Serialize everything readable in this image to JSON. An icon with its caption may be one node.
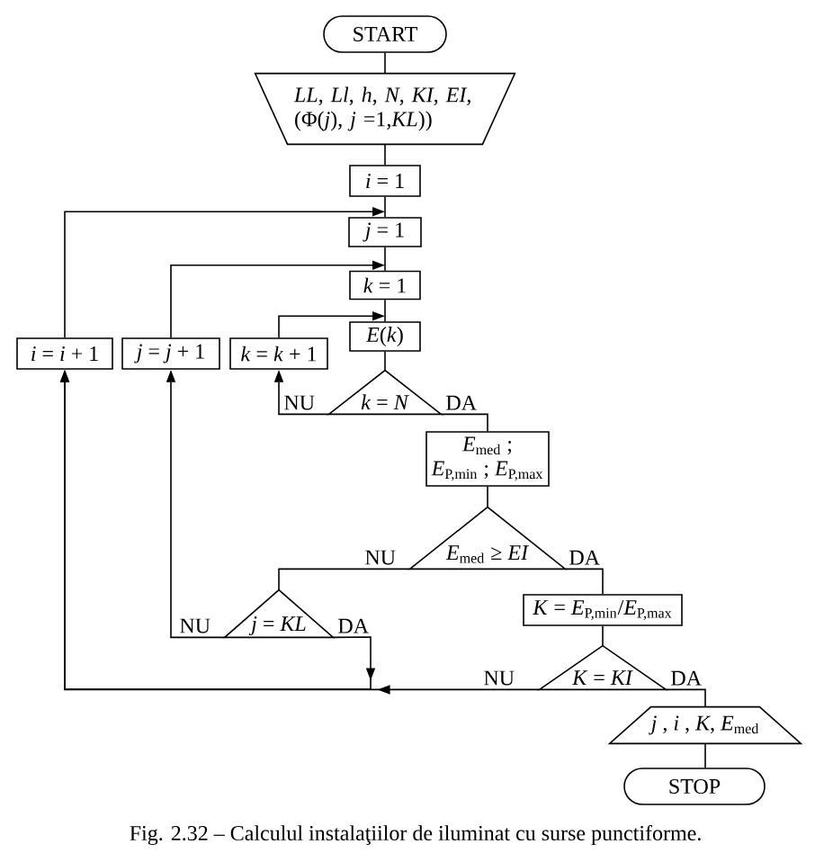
{
  "diagram": {
    "caption": "Fig. 2.32 – Calculul instalaţiilor de iluminat cu surse punctiforme.",
    "nodes": [
      {
        "text": [
          "START"
        ]
      },
      {
        "text": [
          "*LL*, *Ll*, *h*, *N*, *KI*, *EI*, (Φ(*j*), *j* =1,*KL*))"
        ]
      },
      {
        "text": [
          "*i* = 1"
        ]
      },
      {
        "text": [
          "*j* = 1"
        ]
      },
      {
        "text": [
          "*k* = 1"
        ]
      },
      {
        "text": [
          "*E*(*k*)"
        ]
      },
      {
        "text": [
          "*i* = *i* + 1"
        ]
      },
      {
        "text": [
          "*j* = *j* + 1"
        ]
      },
      {
        "text": [
          "*k* = *k* + 1"
        ]
      },
      {
        "text": [
          "*k* = *N*"
        ]
      },
      {
        "text": [
          "*E*$_{med}$ ;",
          "*E*$_{P,min}$ ; *E*$_{P,max}$"
        ]
      },
      {
        "text": [
          "*E*$_{med}$ ≥ *EI*"
        ]
      },
      {
        "text": [
          "*j* = *KL*"
        ]
      },
      {
        "text": [
          "*K* = *E*$_{P,min}$/*E*$_{P,max}$"
        ]
      },
      {
        "text": [
          "*K* = *KI*"
        ]
      },
      {
        "text": [
          "*j* , *i* , *K*, *E*$_{med}$"
        ]
      },
      {
        "text": [
          "STOP"
        ]
      }
    ],
    "edges": [
      {
        "from": 0,
        "to": 1,
        "arrow": "none"
      },
      {
        "from": 1,
        "to": 2,
        "arrow": "none"
      },
      {
        "from": 2,
        "to": 3,
        "arrow": "none"
      },
      {
        "from": 3,
        "to": 4,
        "arrow": "none"
      },
      {
        "from": 4,
        "to": 5,
        "arrow": "none"
      },
      {
        "from": 5,
        "to": 9,
        "arrow": "none"
      },
      {
        "from": 9,
        "to": 8,
        "arrow": "to",
        "label": "NU"
      },
      {
        "from": 8,
        "to": 5,
        "arrow": "to"
      },
      {
        "from": 9,
        "to": 10,
        "arrow": "none",
        "label": "DA"
      },
      {
        "from": 10,
        "to": 11,
        "arrow": "none"
      },
      {
        "from": 11,
        "to": 12,
        "arrow": "none",
        "label": "NU"
      },
      {
        "from": 11,
        "to": 13,
        "arrow": "none",
        "label": "DA"
      },
      {
        "from": 12,
        "to": 7,
        "arrow": "to",
        "label": "NU"
      },
      {
        "from": 7,
        "to": 4,
        "arrow": "to"
      },
      {
        "from": 12,
        "to": 6,
        "arrow": "to",
        "label": "DA"
      },
      {
        "from": 14,
        "to": 6,
        "arrow": "to",
        "label": "NU"
      },
      {
        "from": 6,
        "to": 3,
        "arrow": "to"
      },
      {
        "from": 13,
        "to": 14,
        "arrow": "none"
      },
      {
        "from": 14,
        "to": 15,
        "arrow": "none",
        "label": "DA"
      },
      {
        "from": 15,
        "to": 16,
        "arrow": "none"
      }
    ]
  }
}
